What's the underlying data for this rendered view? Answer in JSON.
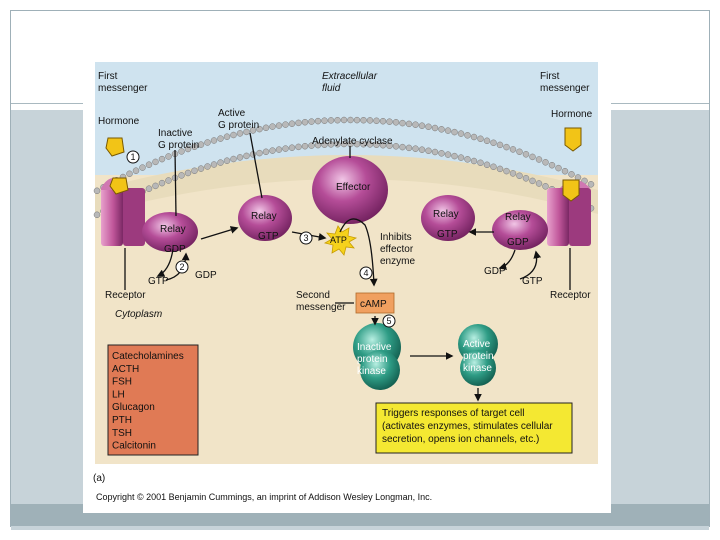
{
  "labels": {
    "first_messenger_left": [
      "First",
      "messenger"
    ],
    "first_messenger_right": [
      "First",
      "messenger"
    ],
    "extracellular": [
      "Extracellular",
      "fluid"
    ],
    "hormone_left": "Hormone",
    "hormone_right": "Hormone",
    "inactive_g_protein": [
      "Inactive",
      "G protein"
    ],
    "active_g_protein": [
      "Active",
      "G protein"
    ],
    "adenylate_cyclase": "Adenylate cyclase",
    "effector": "Effector",
    "relay_left": "Relay",
    "relay_mid": "Relay",
    "relay_right_a": "Relay",
    "relay_right_b": "Relay",
    "gdp_left": "GDP",
    "gdp_left2": "GDP",
    "gtp_left": "GTP",
    "gtp_mid": "GTP",
    "gtp_right": "GTP",
    "gtp_right2": "GTP",
    "gdp_right": "GDP",
    "gdp_right2": "GDP",
    "atp": "ATP",
    "inhibits": [
      "Inhibits",
      "effector",
      "enzyme"
    ],
    "second_messenger": [
      "Second",
      "messenger"
    ],
    "camp": "cAMP",
    "receptor_left": "Receptor",
    "receptor_right": "Receptor",
    "cytoplasm": "Cytoplasm",
    "inactive_kinase": [
      "Inactive",
      "protein",
      "kinase"
    ],
    "active_kinase": [
      "Active",
      "protein",
      "kinase"
    ],
    "responses": [
      "Triggers responses of target cell",
      "(activates enzymes, stimulates cellular",
      "secretion, opens ion channels, etc.)"
    ],
    "panel": "(a)",
    "copyright": "Copyright © 2001 Benjamin Cummings, an imprint of Addison Wesley Longman, Inc."
  },
  "steps": [
    "1",
    "2",
    "3",
    "4",
    "5"
  ],
  "hormones": [
    "Catecholamines",
    "ACTH",
    "FSH",
    "LH",
    "Glucagon",
    "PTH",
    "TSH",
    "Calcitonin"
  ],
  "colors": {
    "extracellular": "#cfe3ef",
    "cytoplasm": "#f1e4c8",
    "receptor": "#c0569a",
    "relay": "#a8438a",
    "effector": "#a03f8c",
    "kinase": "#2c9c86",
    "camp_box": "#f0a060",
    "hormone_box": "#e07a55",
    "response_box": "#f4e832",
    "hormone_shape": "#f2c417"
  }
}
